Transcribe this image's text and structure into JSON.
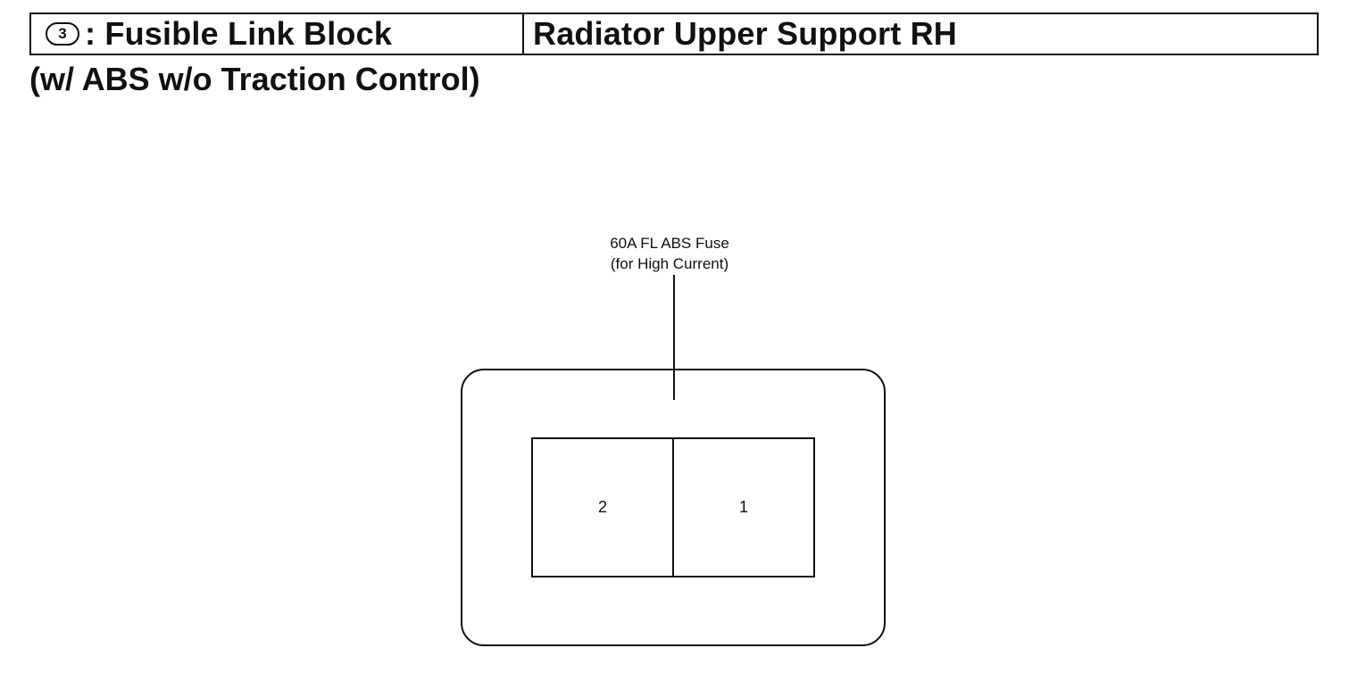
{
  "header": {
    "connector_number": "3",
    "component": ": Fusible Link Block",
    "location": "Radiator Upper Support RH"
  },
  "subtitle": "(w/ ABS w/o Traction Control)",
  "diagram": {
    "callout_line1": "60A FL ABS Fuse",
    "callout_line2": "(for High Current)",
    "terminals": [
      {
        "label": "2"
      },
      {
        "label": "1"
      }
    ]
  }
}
